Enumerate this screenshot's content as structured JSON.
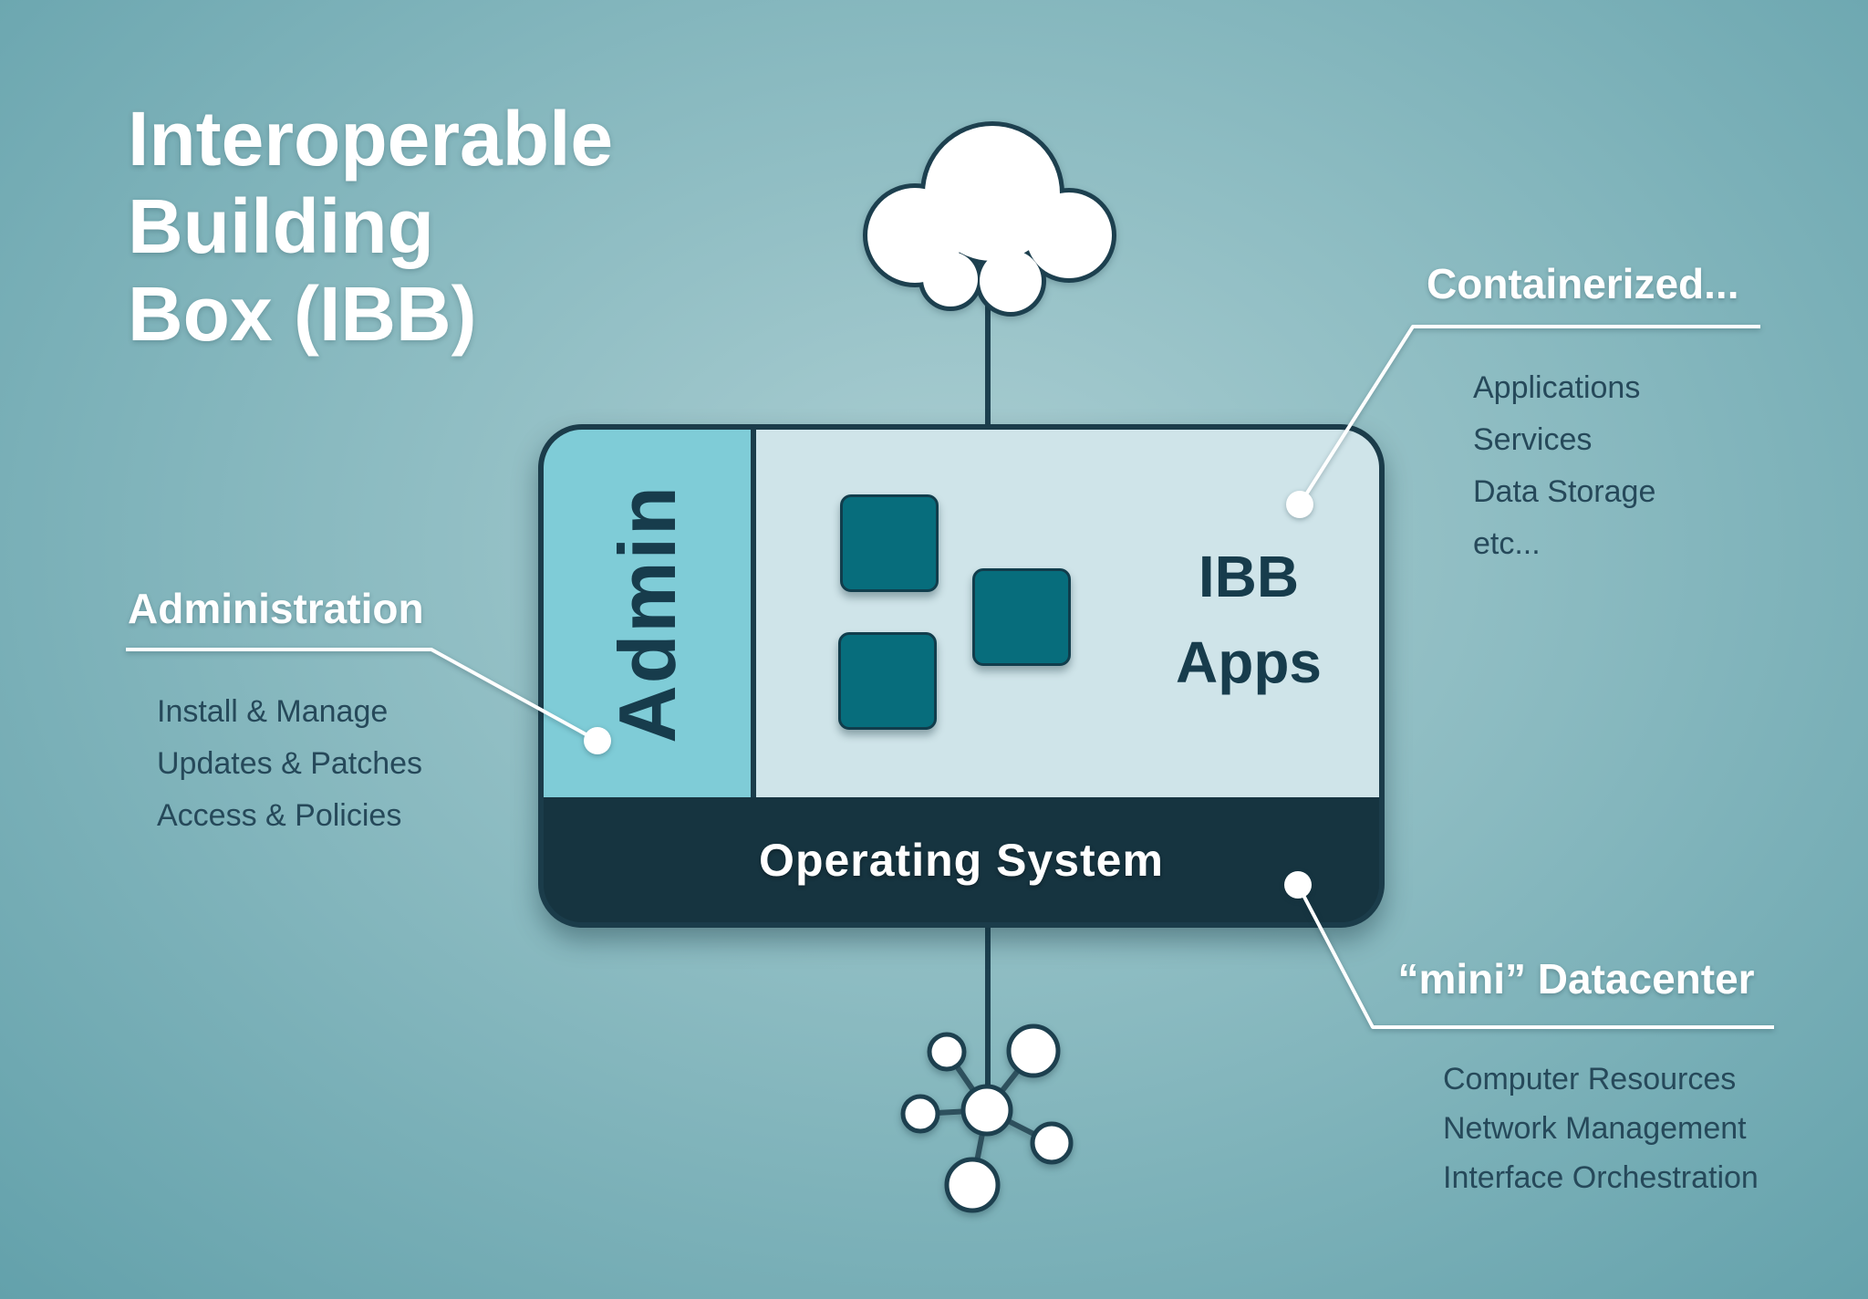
{
  "page": {
    "title_lines": [
      "Interoperable",
      "Building",
      "Box (IBB)"
    ]
  },
  "box": {
    "admin_label": "Admin",
    "apps_label_lines": [
      "IBB",
      "Apps"
    ],
    "os_label": "Operating System"
  },
  "callouts": {
    "administration": {
      "title": "Administration",
      "items": [
        "Install & Manage",
        "Updates & Patches",
        "Access & Policies"
      ]
    },
    "containerized": {
      "title": "Containerized...",
      "items": [
        "Applications",
        "Services",
        "Data Storage",
        "etc..."
      ]
    },
    "mini_datacenter": {
      "title": "“mini” Datacenter",
      "items": [
        "Computer Resources",
        "Network Management",
        "Interface Orchestration"
      ]
    }
  },
  "icons": {
    "cloud": "cloud-icon",
    "network": "network-icon"
  },
  "colors": {
    "background_outer": "#63a1ab",
    "background_inner": "#abced2",
    "box_dark": "#163440",
    "box_border": "#1b3c4a",
    "admin_fill": "#7fccd7",
    "apps_fill": "#cfe4e9",
    "square_fill": "#076d7c",
    "dark_text": "#173c4c",
    "list_text": "#26495a",
    "callout_white": "#ffffff"
  }
}
